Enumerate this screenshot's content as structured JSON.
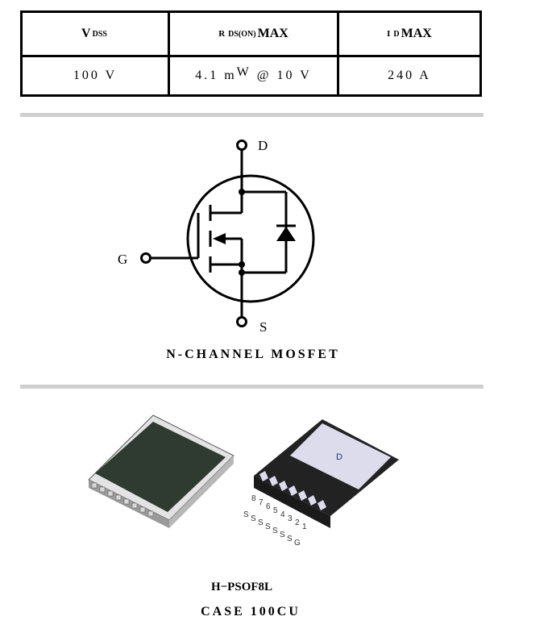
{
  "specs": {
    "headers": [
      {
        "main": "V",
        "sub": "DSS",
        "suffix": ""
      },
      {
        "main": "R",
        "sub": "DS(ON)",
        "suffix": "MAX"
      },
      {
        "main": "I",
        "sub": "D",
        "suffix": "MAX"
      }
    ],
    "values": {
      "vdss": "100 V",
      "rds_prefix": "4.1 m",
      "rds_unit": "W",
      "rds_suffix": " @ 10 V",
      "id": "240 A"
    }
  },
  "schematic": {
    "pin_drain": "D",
    "pin_gate": "G",
    "pin_source": "S",
    "caption": "N-CHANNEL MOSFET"
  },
  "package": {
    "top_label": "D",
    "pin_numbers": [
      "8",
      "7",
      "6",
      "5",
      "4",
      "3",
      "2",
      "1"
    ],
    "pin_functions": [
      "S",
      "S",
      "S",
      "S",
      "S",
      "S",
      "S",
      "G"
    ],
    "name": "H−PSOF8L",
    "case": "CASE 100CU"
  },
  "colors": {
    "divider": "#cfcfcf",
    "body_dark": "#2f3a30",
    "pad_light": "#dcdcec"
  }
}
